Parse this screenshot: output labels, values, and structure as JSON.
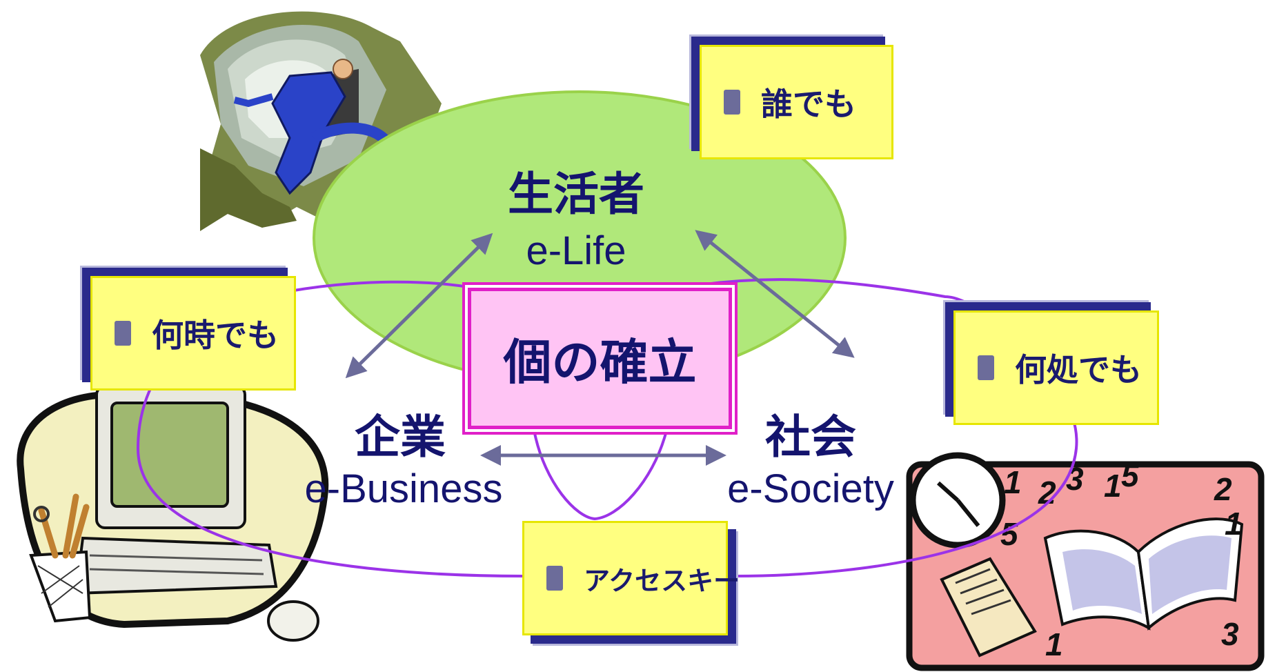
{
  "center": {
    "label": "個の確立"
  },
  "nodes": {
    "consumer": {
      "jp": "生活者",
      "en": "e-Life"
    },
    "business": {
      "jp": "企業",
      "en": "e-Business"
    },
    "society": {
      "jp": "社会",
      "en": "e-Society"
    }
  },
  "tags": {
    "anyone": "誰でも",
    "anytime": "何時でも",
    "anywhere": "何処でも",
    "access": "アクセスキー"
  },
  "colors": {
    "ellipse_fill": "#b0e87a",
    "ellipse_stroke": "#9ad24a",
    "loop_stroke": "#9b33e8",
    "arrow": "#6b6b9a",
    "tag_fill": "#ffff80",
    "tag_shadow": "#2a2a8c",
    "center_fill": "#ffc4f4",
    "center_border": "#e020c8",
    "text": "#14146e"
  },
  "clipart": {
    "top_left": "person-climbing-rock",
    "bottom_left": "computer-with-pencil-cup",
    "bottom_right": "clock-books-numbers"
  }
}
